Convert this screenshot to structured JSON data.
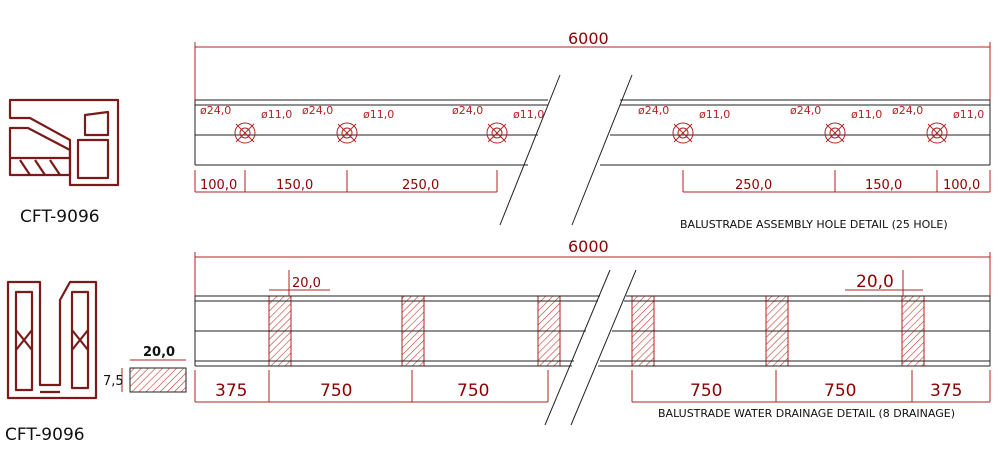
{
  "colors": {
    "profile": "#7a1a1a",
    "dimension": "#b22222",
    "line": "#222222",
    "hatch": "#c0392b"
  },
  "profiles": [
    {
      "code": "CFT-9096"
    },
    {
      "code": "CFT-9096"
    }
  ],
  "assembly": {
    "total_length": "6000",
    "caption": "BALUSTRADE ASSEMBLY HOLE DETAIL (25 HOLE)",
    "hole_outer": "ø24,0",
    "hole_inner": "ø11,0",
    "spacings": [
      "100,0",
      "150,0",
      "250,0",
      "250,0",
      "150,0",
      "100,0"
    ]
  },
  "drainage": {
    "total_length": "6000",
    "caption": "BALUSTRADE WATER DRAINAGE DETAIL (8 DRAINAGE)",
    "slot_width": "20,0",
    "spacings": [
      "375",
      "750",
      "750",
      "750",
      "750",
      "375"
    ]
  },
  "slot_section": {
    "width": "20,0",
    "height": "7,5"
  }
}
